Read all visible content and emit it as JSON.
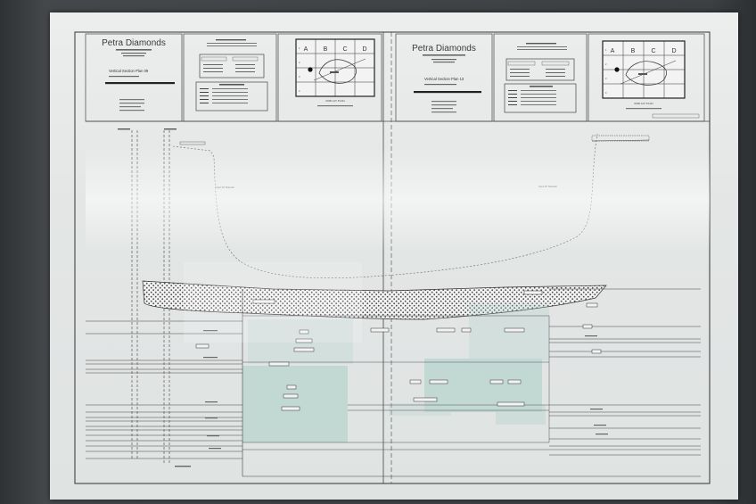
{
  "photo": {
    "description_none": "",
    "colors": {
      "wall": "#3b3e41",
      "paper": "#e4e7e6",
      "ink": "#2b2b2b",
      "highlight_teal": "#a9cfc7",
      "ore_body_hatch": "#555555"
    }
  },
  "left_panel": {
    "brand": "Petra Diamonds",
    "section_title": "Vertical Section Plan 09",
    "grid_letters": [
      "A",
      "B",
      "C",
      "D"
    ],
    "grid_numbers": [
      "1",
      "2",
      "3",
      "4"
    ],
    "plan_caption": "0000 ALT PLAN"
  },
  "right_panel": {
    "brand": "Petra Diamonds",
    "section_title": "Vertical Section Plan 13",
    "grid_letters": [
      "A",
      "B",
      "C",
      "D"
    ],
    "grid_numbers": [
      "1",
      "2",
      "3",
      "4"
    ],
    "plan_caption": "0000 ALT PLAN"
  },
  "section": {
    "pit_label_left": "Open Pit Sidewall",
    "pit_label_right": "Open Pit Sidewall"
  }
}
